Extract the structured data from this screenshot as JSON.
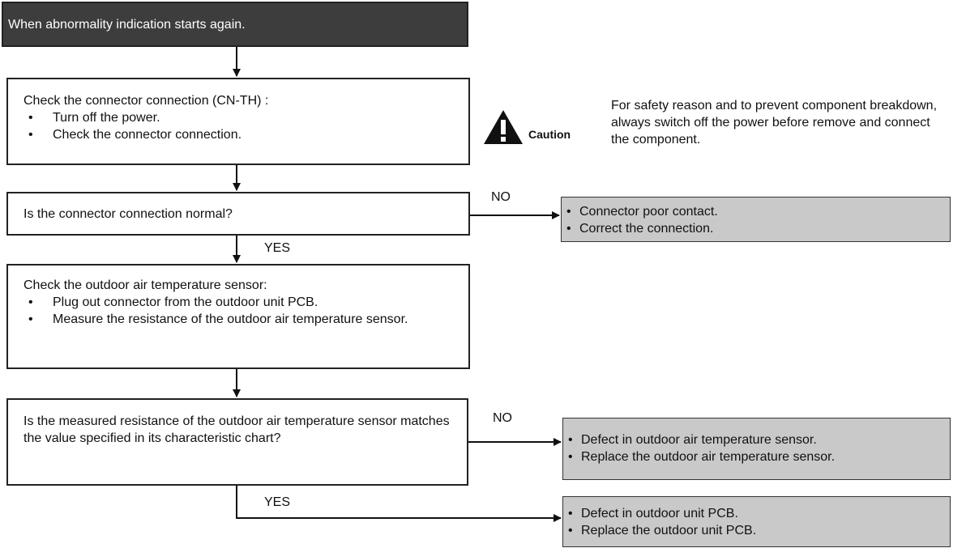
{
  "start": {
    "text": "When abnormality indication starts again."
  },
  "step1": {
    "title": "Check the connector connection (CN-TH)  :",
    "bullets": [
      "Turn off the power.",
      "Check the connector connection."
    ]
  },
  "caution": {
    "word": "Caution",
    "text": "For safety reason and to prevent component breakdown, always switch off the power before remove and connect the component."
  },
  "decision1": {
    "text": "Is the connector connection normal?",
    "no_label": "NO",
    "yes_label": "YES"
  },
  "result1": {
    "bullets": [
      "Connector poor contact.",
      "Correct the connection."
    ]
  },
  "step2": {
    "title": "Check the outdoor air temperature sensor:",
    "bullets": [
      "Plug out connector from the outdoor unit PCB.",
      "Measure the resistance of the outdoor air temperature sensor."
    ]
  },
  "decision2": {
    "text": "Is the measured resistance of the outdoor air temperature sensor matches the value specified in its characteristic chart?",
    "no_label": "NO",
    "yes_label": "YES"
  },
  "result2": {
    "bullets": [
      "Defect in outdoor air temperature sensor.",
      "Replace the outdoor air temperature sensor."
    ]
  },
  "result3": {
    "bullets": [
      "Defect in outdoor unit PCB.",
      "Replace the outdoor unit PCB."
    ]
  }
}
